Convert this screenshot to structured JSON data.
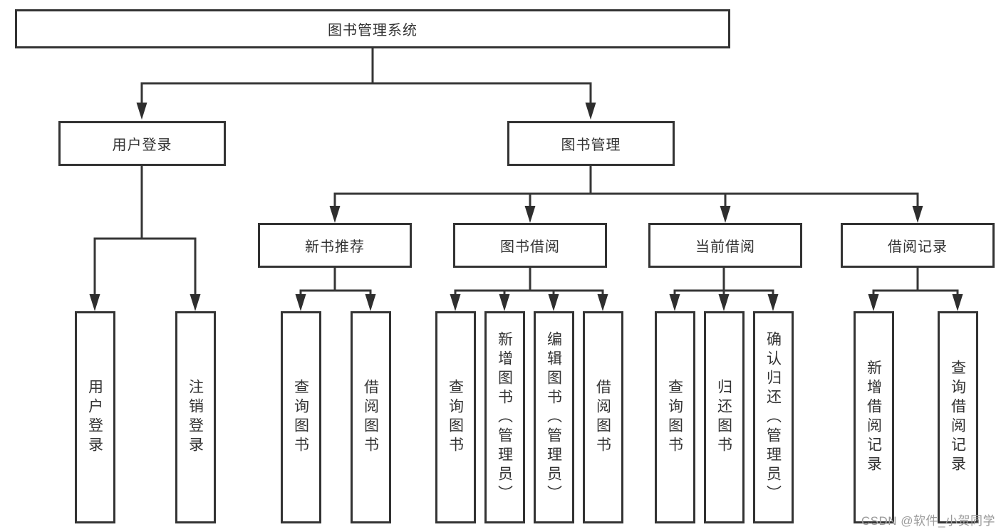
{
  "colors": {
    "line": "#363636",
    "box_border": "#333333",
    "text": "#333333",
    "watermark": "#9a9a9a",
    "background": "#ffffff"
  },
  "tree": {
    "root": "图书管理系统",
    "children": [
      {
        "label": "用户登录",
        "children": [
          {
            "label": "用户登录"
          },
          {
            "label": "注销登录"
          }
        ]
      },
      {
        "label": "图书管理",
        "children": [
          {
            "label": "新书推荐",
            "children": [
              {
                "label": "查询图书"
              },
              {
                "label": "借阅图书"
              }
            ]
          },
          {
            "label": "图书借阅",
            "children": [
              {
                "label": "查询图书"
              },
              {
                "label": "新增图书（管理员）"
              },
              {
                "label": "编辑图书（管理员）"
              },
              {
                "label": "借阅图书"
              }
            ]
          },
          {
            "label": "当前借阅",
            "children": [
              {
                "label": "查询图书"
              },
              {
                "label": "归还图书"
              },
              {
                "label": "确认归还（管理员）"
              }
            ]
          },
          {
            "label": "借阅记录",
            "children": [
              {
                "label": "新增借阅记录"
              },
              {
                "label": "查询借阅记录"
              }
            ]
          }
        ]
      }
    ]
  },
  "watermark": {
    "text": "CSDN @软件_小贺同学"
  }
}
